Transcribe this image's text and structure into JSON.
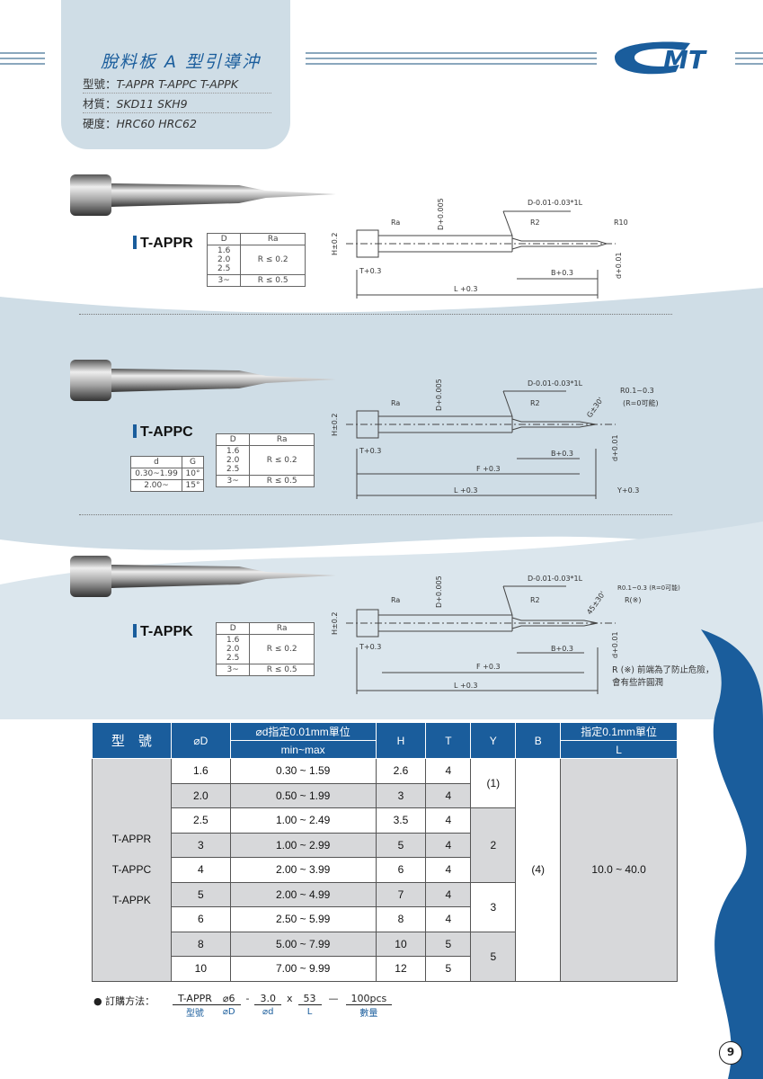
{
  "header": {
    "title": "脫料板 A 型引導沖",
    "model_label": "型號：",
    "model_value": "T-APPR  T-APPC  T-APPK",
    "material_label": "材質：",
    "material_value": "SKD11        SKH9",
    "hardness_label": "硬度：",
    "hardness_value": "HRC60     HRC62",
    "logo_text": "MT"
  },
  "products": [
    {
      "label": "T-APPR",
      "ra_table": {
        "headers": [
          "D",
          "Ra"
        ],
        "rows": [
          [
            "1.6\n2.0\n2.5",
            "R ≤ 0.2"
          ],
          [
            "3~",
            "R ≤ 0.5"
          ]
        ]
      },
      "drawing": {
        "d_tol": "D-0.01-0.03*1L",
        "d_head": "D+0.005",
        "h": "H±0.2",
        "t": "T+0.3",
        "b": "B+0.3",
        "l": "L +0.3",
        "d_tip": "d+0.01",
        "ra": "Ra",
        "r2": "R2",
        "r10": "R10"
      }
    },
    {
      "label": "T-APPC",
      "g_table": {
        "headers": [
          "d",
          "G"
        ],
        "rows": [
          [
            "0.30~1.99",
            "10°"
          ],
          [
            "2.00~",
            "15°"
          ]
        ]
      },
      "ra_table": {
        "headers": [
          "D",
          "Ra"
        ],
        "rows": [
          [
            "1.6\n2.0\n2.5",
            "R ≤ 0.2"
          ],
          [
            "3~",
            "R ≤ 0.5"
          ]
        ]
      },
      "drawing": {
        "d_tol": "D-0.01-0.03*1L",
        "d_head": "D+0.005",
        "h": "H±0.2",
        "t": "T+0.3",
        "b": "B+0.3",
        "f": "F +0.3",
        "l": "L +0.3",
        "y": "Y+0.3",
        "d_tip": "d+0.01",
        "ra": "Ra",
        "r2": "R2",
        "r01": "R0.1~0.3",
        "r0": "(R=0可能)",
        "g": "G±30'"
      }
    },
    {
      "label": "T-APPK",
      "ra_table": {
        "headers": [
          "D",
          "Ra"
        ],
        "rows": [
          [
            "1.6\n2.0\n2.5",
            "R ≤ 0.2"
          ],
          [
            "3~",
            "R ≤ 0.5"
          ]
        ]
      },
      "drawing": {
        "d_tol": "D-0.01-0.03*1L",
        "d_head": "D+0.005",
        "h": "H±0.2",
        "t": "T+0.3",
        "b": "B+0.3",
        "f": "F +0.3",
        "l": "L +0.3",
        "d_tip": "d+0.01",
        "ra": "Ra",
        "r2": "R2",
        "r01": "R0.1~0.3 (R=0可能)",
        "rx": "R(※)",
        "g": "45±30'"
      },
      "note": "R (※) 前端為了防止危險，會有些許圓潤"
    }
  ],
  "main_table": {
    "h_model": "型　號",
    "h_D": "⌀D",
    "h_d_top": "⌀d指定0.01mm單位",
    "h_d_bottom": "min~max",
    "h_H": "H",
    "h_T": "T",
    "h_Y": "Y",
    "h_B": "B",
    "h_L_top": "指定0.1mm單位",
    "h_L_bottom": "L",
    "models": [
      "T-APPR",
      "T-APPC",
      "T-APPK"
    ],
    "rows": [
      {
        "D": "1.6",
        "d": "0.30 ~ 1.59",
        "H": "2.6",
        "T": "4"
      },
      {
        "D": "2.0",
        "d": "0.50 ~ 1.99",
        "H": "3",
        "T": "4"
      },
      {
        "D": "2.5",
        "d": "1.00 ~ 2.49",
        "H": "3.5",
        "T": "4"
      },
      {
        "D": "3",
        "d": "1.00 ~ 2.99",
        "H": "5",
        "T": "4"
      },
      {
        "D": "4",
        "d": "2.00 ~ 3.99",
        "H": "6",
        "T": "4"
      },
      {
        "D": "5",
        "d": "2.00 ~ 4.99",
        "H": "7",
        "T": "4"
      },
      {
        "D": "6",
        "d": "2.50 ~ 5.99",
        "H": "8",
        "T": "4"
      },
      {
        "D": "8",
        "d": "5.00 ~ 7.99",
        "H": "10",
        "T": "5"
      },
      {
        "D": "10",
        "d": "7.00 ~ 9.99",
        "H": "12",
        "T": "5"
      }
    ],
    "Y_groups": [
      "(1)",
      "2",
      "3",
      "5"
    ],
    "B_value": "(4)",
    "L_value": "10.0 ~ 40.0"
  },
  "order": {
    "label": "● 訂購方法：",
    "parts": [
      "T-APPR",
      "⌀6",
      "-",
      "3.0",
      "x",
      "53",
      "—",
      "100pcs"
    ],
    "captions": [
      "型號",
      "⌀D",
      "",
      "⌀d",
      "",
      "L",
      "",
      "數量"
    ]
  },
  "page_number": "9",
  "colors": {
    "brand": "#1a5d9c",
    "header_bg": "#cfdde6",
    "band": "#cfdde6",
    "gray_cell": "#d7d8da"
  }
}
